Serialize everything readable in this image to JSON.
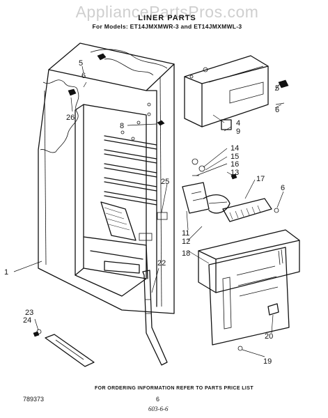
{
  "header": {
    "watermark": "AppliancePartsPros.com",
    "title": "LINER PARTS",
    "subtitle": "For Models: ET14JMXMWR-3 and ET14JMXMWL-3"
  },
  "callouts": {
    "c1": "1",
    "c4": "4",
    "c5a": "5",
    "c5b": "5",
    "c6a": "6",
    "c6b": "6",
    "c6c": "6",
    "c8": "8",
    "c9": "9",
    "c11": "11",
    "c12": "12",
    "c13": "13",
    "c14": "14",
    "c15": "15",
    "c16": "16",
    "c17": "17",
    "c18": "18",
    "c19": "19",
    "c20": "20",
    "c22": "22",
    "c23": "23",
    "c24": "24",
    "c25": "25",
    "c26": "26"
  },
  "footer": {
    "ordering_note": "FOR ORDERING INFORMATION REFER TO PARTS PRICE LIST",
    "doc_number": "789373",
    "page_number": "6",
    "handwritten": "603-6-6"
  }
}
